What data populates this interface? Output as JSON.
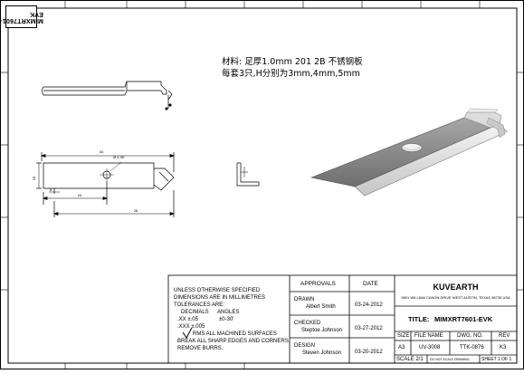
{
  "drawing_tag": "MIMXRT7601-EVK",
  "material_notes": [
    "材料: 足厚1.0mm 201 2B 不锈钢板",
    "每套3只,H分别为3mm,4mm,5mm"
  ],
  "dimensions": {
    "overall_length": "44",
    "height": "16",
    "hole_dia": "Ø 4.35",
    "offset": "24",
    "base_length": "26",
    "small_dim": "5"
  },
  "tolerance_block": {
    "line1": "UNLESS OTHERWISE SPECIFIED",
    "line2": "DIMENSIONS ARE IN MILLIMETRES",
    "line3": "TOLERANCES ARE:",
    "hdr_decimals": "DECIMALS",
    "hdr_angles": "ANGLES",
    "dec1": ".XX ±.05",
    "angle1": "±0-30'",
    "dec2": ".XXX ±.005",
    "finish1": "RMS ALL MACHINED SURFACES",
    "finish2": "BREAK ALL SHARP EDGES AND CORNERS.",
    "finish3": "REMOVE BURRS."
  },
  "approvals": {
    "header_approvals": "APPROVALS",
    "header_date": "DATE",
    "drawn_label": "DRAWN",
    "drawn_name": "Albert Smith",
    "drawn_date": "03-24-2012",
    "checked_label": "CHECKED",
    "checked_name": "Steptoe Johnson",
    "checked_date": "03-27-2012",
    "design_label": "DESIGN",
    "design_name": "Steven Johnson",
    "design_date": "03-20-2012"
  },
  "title_block": {
    "company": "KUVEARTH",
    "address": "9801 WILLIAM CANON DRIVE WEST AUSTIN, TEXAS 98735 USA",
    "title_label": "TITLE:",
    "title_value": "MIMXRT7601-EVK",
    "size_label": "SIZE",
    "file_name_label": "FILE NAME",
    "dwg_no_label": "DWG. NO.",
    "rev_label": "REV",
    "size_value": "A3",
    "file_name_value": "UV-3008",
    "dwg_no_value": "TTK-0876",
    "rev_value": "K3",
    "scale": "SCALE 2/1",
    "no_scale": "DO NOT SCALE DRAWING",
    "sheet": "SHEET 1 OF 1"
  }
}
